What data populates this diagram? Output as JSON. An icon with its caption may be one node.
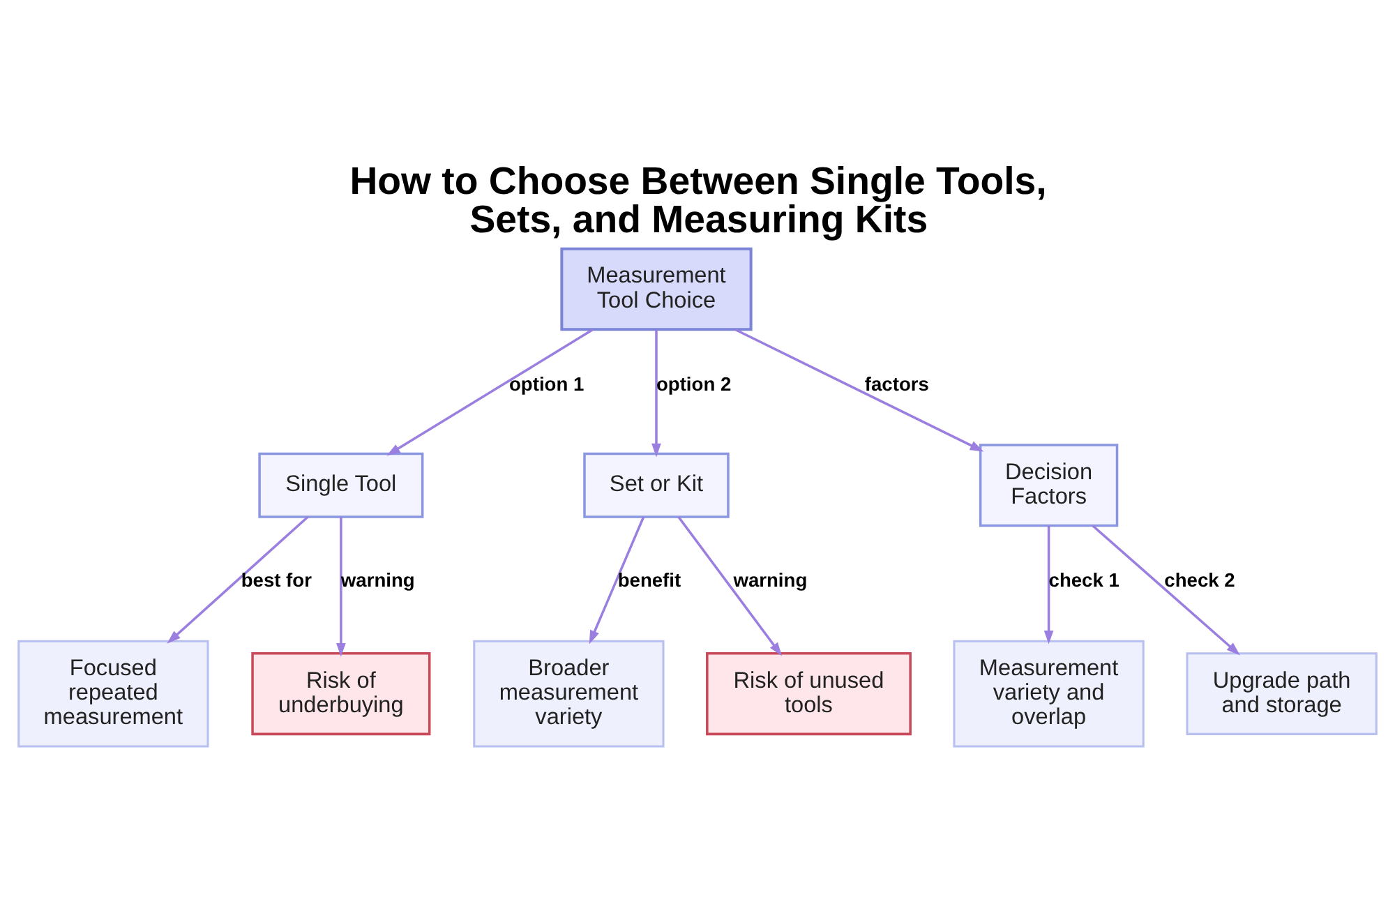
{
  "diagram": {
    "title": "How to Choose Between Single Tools, Sets, and Measuring Kits",
    "nodes": [
      {
        "text": [
          "Measurement Tool Choice"
        ]
      },
      {
        "text": [
          "Single Tool"
        ]
      },
      {
        "text": [
          "Set or Kit"
        ]
      },
      {
        "text": [
          "Decision Factors"
        ]
      },
      {
        "text": [
          "Focused repeated measurement"
        ]
      },
      {
        "text": [
          "Risk of underbuying"
        ]
      },
      {
        "text": [
          "Broader measurement variety"
        ]
      },
      {
        "text": [
          "Risk of unused tools"
        ]
      },
      {
        "text": [
          "Measurement variety and overlap"
        ]
      },
      {
        "text": [
          "Upgrade path and storage"
        ]
      }
    ],
    "edges": [
      {
        "from": 0,
        "to": 1,
        "arrow": "to",
        "label": "option 1"
      },
      {
        "from": 0,
        "to": 2,
        "arrow": "to",
        "label": "option 2"
      },
      {
        "from": 0,
        "to": 3,
        "arrow": "to",
        "label": "factors"
      },
      {
        "from": 1,
        "to": 4,
        "arrow": "to",
        "label": "best for"
      },
      {
        "from": 1,
        "to": 5,
        "arrow": "to",
        "label": "warning"
      },
      {
        "from": 2,
        "to": 6,
        "arrow": "to",
        "label": "benefit"
      },
      {
        "from": 2,
        "to": 7,
        "arrow": "to",
        "label": "warning"
      },
      {
        "from": 3,
        "to": 8,
        "arrow": "to",
        "label": "check 1"
      },
      {
        "from": 3,
        "to": 9,
        "arrow": "to",
        "label": "check 2"
      }
    ]
  }
}
